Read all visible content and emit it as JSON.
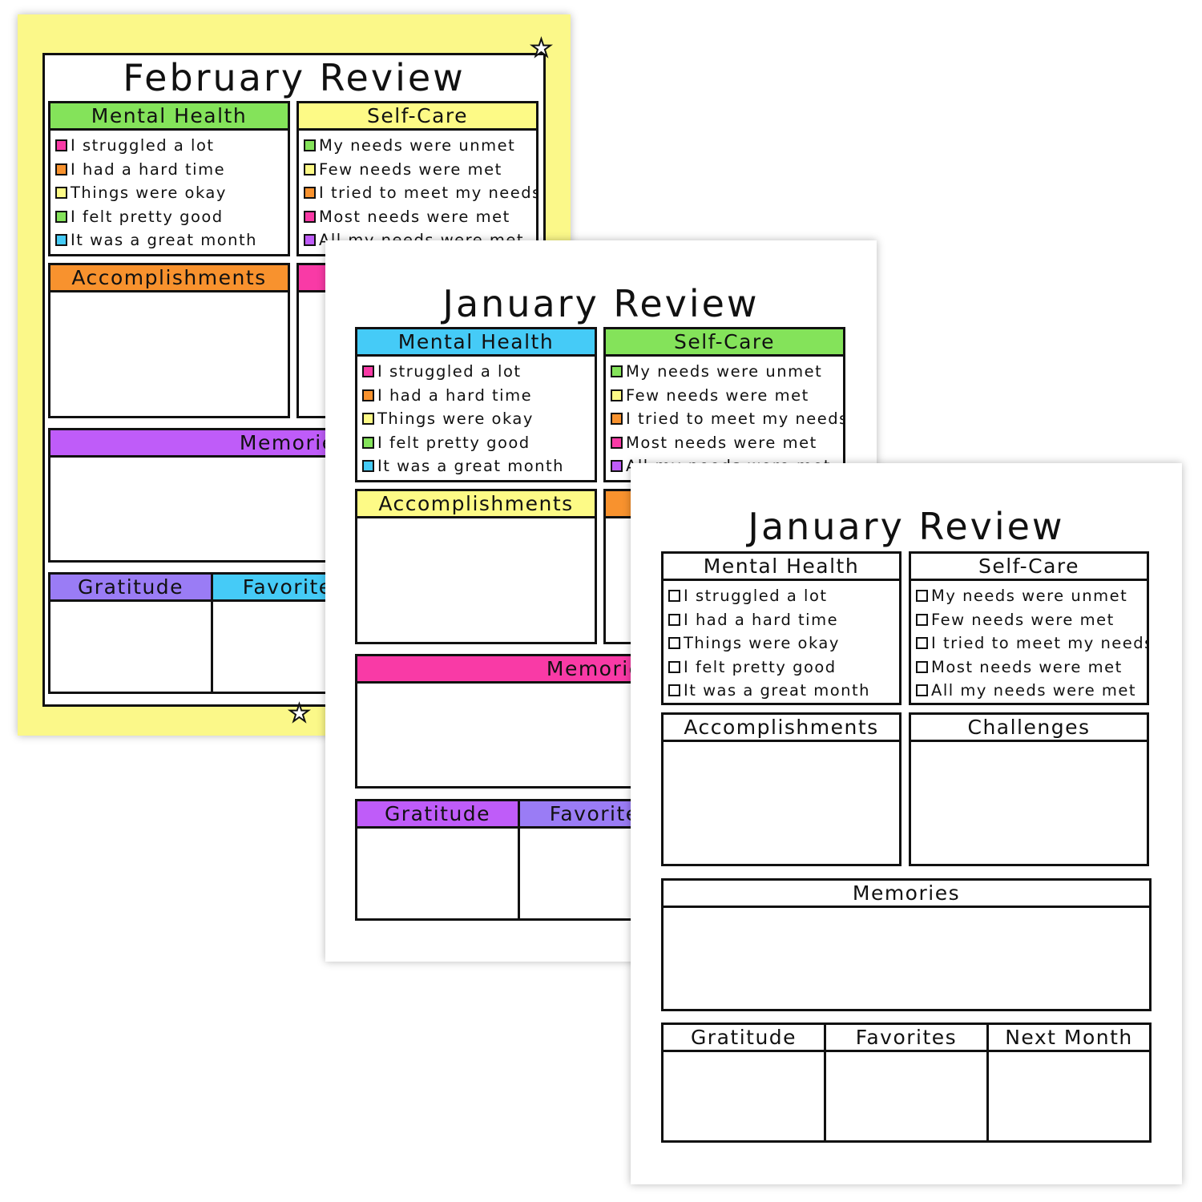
{
  "colors": {
    "yellow_bg": "#fbf889",
    "green": "#84e35a",
    "yellow": "#fdfa86",
    "orange": "#f8922e",
    "pink": "#f93aa6",
    "purple": "#bf5cf9",
    "violet": "#9a7cf5",
    "blue": "#45cbf7"
  },
  "sheets": {
    "february": {
      "title": "February Review",
      "mental_health": {
        "header": "Mental Health",
        "items": [
          "I struggled a lot",
          "I had a hard time",
          "Things were okay",
          "I felt pretty good",
          "It was a great month"
        ]
      },
      "self_care": {
        "header": "Self-Care",
        "items": [
          "My needs were unmet",
          "Few needs were met",
          "I tried to meet my needs",
          "Most needs were met",
          "All my needs were met"
        ]
      },
      "accomplishments": "Accomplishments",
      "memories": "Memories",
      "gratitude": "Gratitude",
      "favorites": "Favorites"
    },
    "january_color": {
      "title": "January Review",
      "mental_health": {
        "header": "Mental Health",
        "items": [
          "I struggled a lot",
          "I had a hard time",
          "Things were okay",
          "I felt pretty good",
          "It was a great month"
        ]
      },
      "self_care": {
        "header": "Self-Care",
        "items": [
          "My needs were unmet",
          "Few needs were met",
          "I tried to meet my needs",
          "Most needs were met",
          "All my needs were met"
        ]
      },
      "accomplishments": "Accomplishments",
      "memories": "Memories",
      "gratitude": "Gratitude",
      "favorites": "Favorites"
    },
    "january_plain": {
      "title": "January Review",
      "mental_health": {
        "header": "Mental Health",
        "items": [
          "I struggled a lot",
          "I had a hard time",
          "Things were okay",
          "I felt pretty good",
          "It was a great month"
        ]
      },
      "self_care": {
        "header": "Self-Care",
        "items": [
          "My needs were unmet",
          "Few needs were met",
          "I tried to meet my needs",
          "Most needs were met",
          "All my needs were met"
        ]
      },
      "accomplishments": "Accomplishments",
      "challenges": "Challenges",
      "memories": "Memories",
      "gratitude": "Gratitude",
      "favorites": "Favorites",
      "next_month": "Next Month"
    }
  }
}
